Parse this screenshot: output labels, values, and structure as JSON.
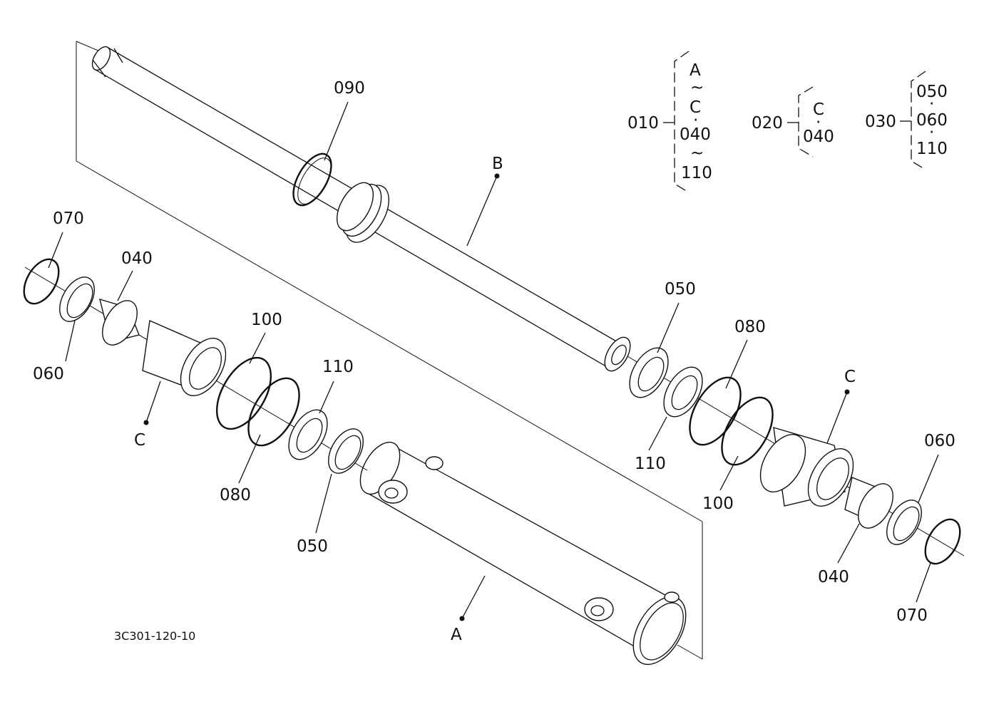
{
  "callouts": {
    "c090": "090",
    "cB_top": "B",
    "c070_l": "070",
    "c040_l": "040",
    "c060_l": "060",
    "c100_l": "100",
    "cC_l": "C",
    "c110_l": "110",
    "c080_l": "080",
    "c050_l": "050",
    "cA": "A",
    "c050_r": "050",
    "c080_r": "080",
    "cC_r": "C",
    "c110_r": "110",
    "c060_r": "060",
    "c100_r": "100",
    "c040_r": "040",
    "c070_r": "070"
  },
  "assemblies": {
    "g010": {
      "code": "010",
      "items": [
        "A",
        "C",
        "040",
        "110"
      ],
      "separators": [
        "~",
        "·",
        "~"
      ]
    },
    "g020": {
      "code": "020",
      "items": [
        "C",
        "040"
      ],
      "separators": [
        "·"
      ]
    },
    "g030": {
      "code": "030",
      "items": [
        "050",
        "060",
        "110"
      ],
      "separators": [
        "·",
        "·"
      ]
    }
  },
  "drawing_id": "3C301-120-10"
}
